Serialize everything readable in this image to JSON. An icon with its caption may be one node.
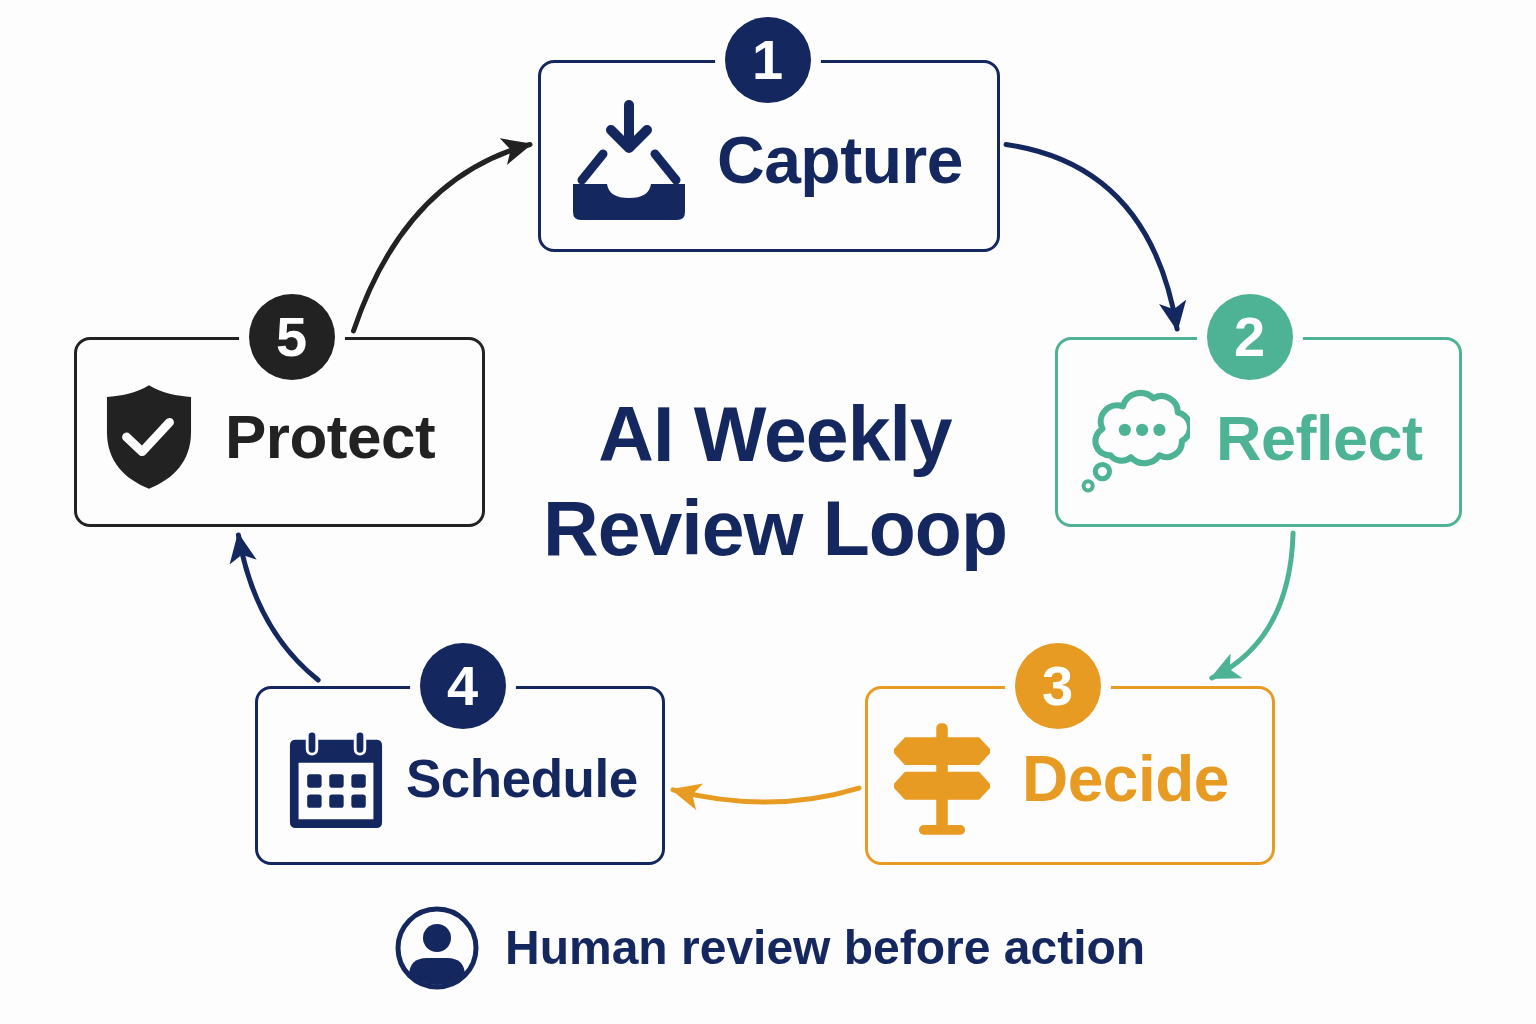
{
  "diagram": {
    "title": "AI Weekly Review Loop",
    "nodes": [
      {
        "text": [
          "1",
          "Capture"
        ]
      },
      {
        "text": [
          "2",
          "Reflect"
        ]
      },
      {
        "text": [
          "3",
          "Decide"
        ]
      },
      {
        "text": [
          "4",
          "Schedule"
        ]
      },
      {
        "text": [
          "5",
          "Protect"
        ]
      }
    ],
    "edges": [
      {
        "from": 0,
        "to": 1,
        "arrow": "to"
      },
      {
        "from": 1,
        "to": 2,
        "arrow": "to",
        "color": "#4db394"
      },
      {
        "from": 2,
        "to": 3,
        "arrow": "to",
        "color": "#e89b22"
      },
      {
        "from": 3,
        "to": 4,
        "arrow": "to"
      },
      {
        "from": 4,
        "to": 0,
        "arrow": "to",
        "color": "#222222"
      }
    ],
    "labels": [
      "Human review before action"
    ]
  }
}
